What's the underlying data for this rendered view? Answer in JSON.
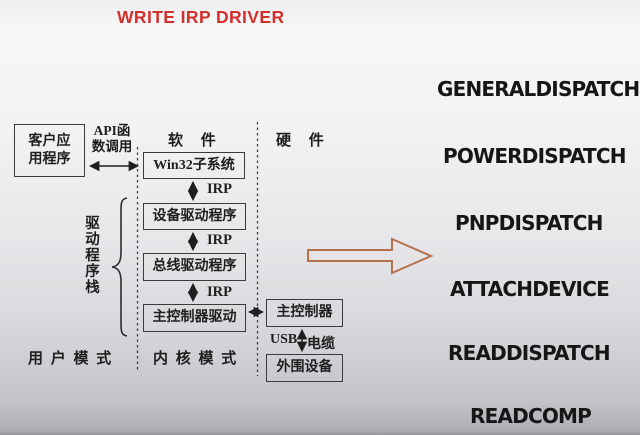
{
  "title": "WRITE IRP DRIVER",
  "colors": {
    "title_red": "#d2302c",
    "flow_arrow_orange": "#b5704e",
    "ink": "#1e1e1e"
  },
  "headers": {
    "software": "软 件",
    "hardware": "硬 件"
  },
  "modes": {
    "user": "用 户 模 式",
    "kernel": "内 核 模 式"
  },
  "boxes": {
    "client_app": "客户应用程序",
    "win32_subsystem": "Win32子系统",
    "device_driver": "设备驱动程序",
    "bus_driver": "总线驱动程序",
    "host_controller_driver": "主控制器驱动",
    "host_controller": "主控制器",
    "peripheral_device": "外围设备"
  },
  "labels": {
    "api_call": "API函数调用",
    "irp": "IRP",
    "usb": "USB",
    "cable": "电缆",
    "driver_stack": "驱动程序栈"
  },
  "callouts": [
    "GENERALDISPATCH",
    "POWERDISPATCH",
    "PNPDISPATCH",
    "ATTACHDEVICE",
    "READDISPATCH",
    "READCOMP"
  ]
}
